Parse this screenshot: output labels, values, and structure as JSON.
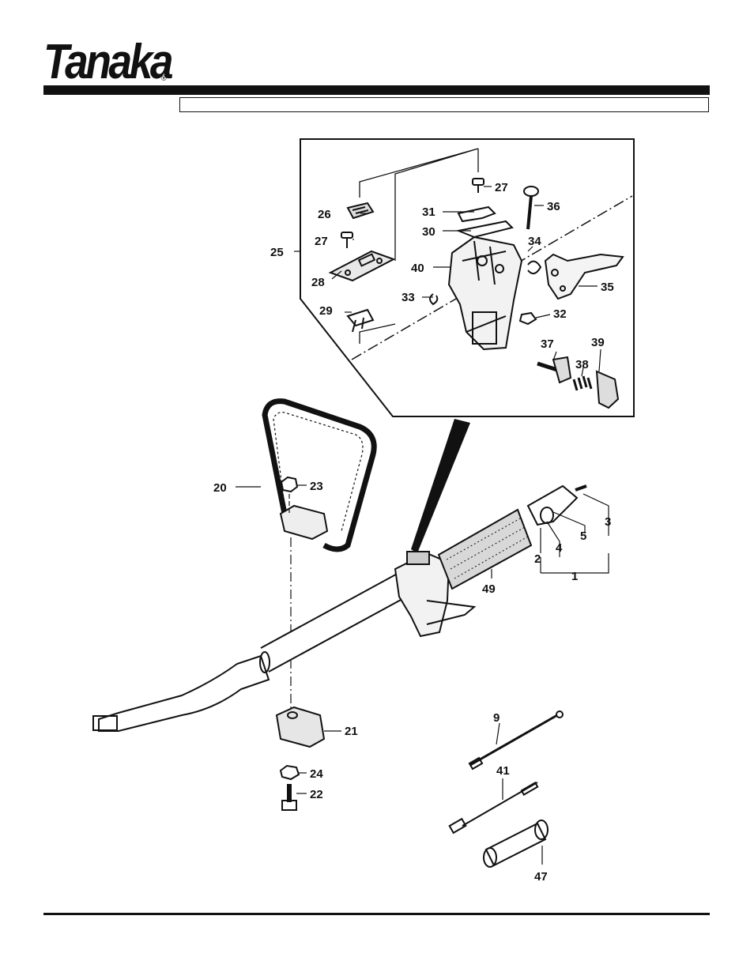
{
  "header": {
    "brand": "Tanaka",
    "registered_mark": "®"
  },
  "callouts": {
    "p1": "1",
    "p2": "2",
    "p3": "3",
    "p4": "4",
    "p5": "5",
    "p9": "9",
    "p20": "20",
    "p21": "21",
    "p22": "22",
    "p23": "23",
    "p24": "24",
    "p25": "25",
    "p26": "26",
    "p27a": "27",
    "p27b": "27",
    "p28": "28",
    "p29": "29",
    "p30": "30",
    "p31": "31",
    "p32": "32",
    "p33": "33",
    "p34": "34",
    "p35": "35",
    "p36": "36",
    "p37": "37",
    "p38": "38",
    "p39": "39",
    "p40": "40",
    "p41": "41",
    "p47": "47",
    "p49": "49"
  }
}
